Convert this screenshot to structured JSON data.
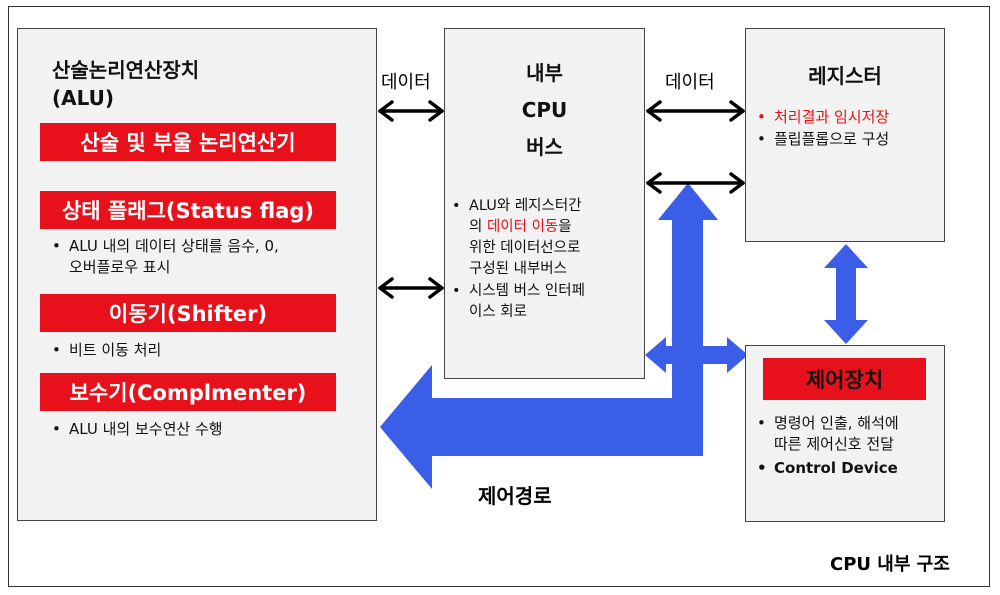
{
  "alu": {
    "title_line1": "산술논리연산장치",
    "title_line2": "(ALU)",
    "bars": [
      "산술 및 부울 논리연산기",
      "상태 플래그(Status flag)",
      "이동기(Shifter)",
      "보수기(Complmenter)"
    ],
    "notes": [
      "ALU 내의 데이터 상태를 음수, 0,",
      "오버플로우 표시",
      "비트 이동 처리",
      "ALU 내의 보수연산 수행"
    ]
  },
  "bus": {
    "title": [
      "내부",
      "CPU",
      "버스"
    ],
    "bullet1": [
      "ALU와 레지스터간",
      "의 ",
      "데이터 이동",
      "을",
      "위한 데이터선으로",
      "구성된 내부버스"
    ],
    "bullet2": [
      "시스템 버스 인터페",
      "이스 회로"
    ]
  },
  "register": {
    "title": "레지스터",
    "bullet1": "처리결과 임시저장",
    "bullet2": "플립플롭으로 구성"
  },
  "control": {
    "title": "제어장치",
    "bullet1": [
      "명령어 인출, 해석에",
      "따른 제어신호 전달"
    ],
    "bullet2": "Control Device"
  },
  "labels": {
    "data_left": "데이터",
    "data_right": "데이터",
    "control_path": "제어경로",
    "caption": "CPU 내부 구조"
  },
  "colors": {
    "accent": "#e8101a",
    "arrow_fill": "#3b5ee8",
    "box_bg": "#f2f2f2"
  }
}
